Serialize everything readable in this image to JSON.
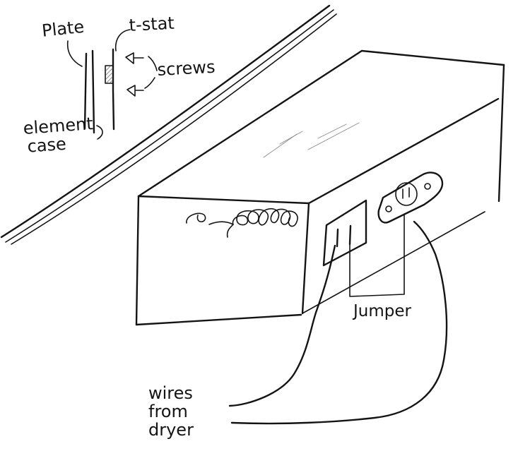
{
  "labels": {
    "plate": "Plate",
    "tstat": "t-stat",
    "screws": "screws",
    "element_case_line1": "element",
    "element_case_line2": "case",
    "jumper": "Jumper",
    "wires_line1": "wires",
    "wires_line2": "from",
    "wires_line3": "dryer"
  },
  "colors": {
    "ink": "#141414",
    "paper": "#ffffff"
  }
}
